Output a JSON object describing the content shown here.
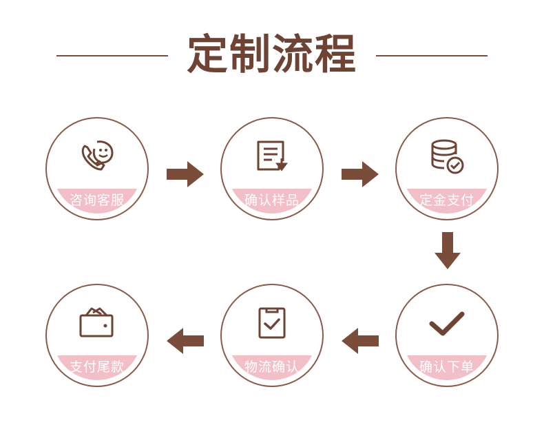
{
  "title": "定制流程",
  "steps": [
    {
      "label": "咨询客服",
      "icon": "phone-chat-icon"
    },
    {
      "label": "确认样品",
      "icon": "document-download-icon"
    },
    {
      "label": "定金支付",
      "icon": "coin-stack-check-icon"
    },
    {
      "label": "确认下单",
      "icon": "checkmark-icon"
    },
    {
      "label": "物流确认",
      "icon": "clipboard-check-icon"
    },
    {
      "label": "支付尾款",
      "icon": "wallet-icon"
    }
  ],
  "colors": {
    "brown": "#6e4333",
    "pink": "#f2bfc7",
    "arrow": "#7a4c3a"
  }
}
